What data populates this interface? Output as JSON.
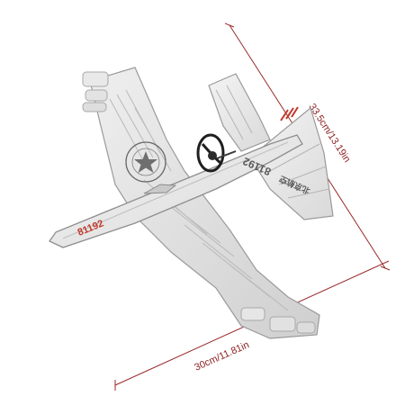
{
  "dimensions": {
    "diagonal_label": "33.5cm/13.19in",
    "bottom_label": "30cm/11.81in",
    "line_color": "#9a2a2a"
  },
  "plane": {
    "fuselage_code": "81192",
    "tail_code": "81192",
    "tail_script": "北京航空",
    "propeller_icon": "propeller-icon",
    "emblem_icon": "star-emblem-icon"
  }
}
